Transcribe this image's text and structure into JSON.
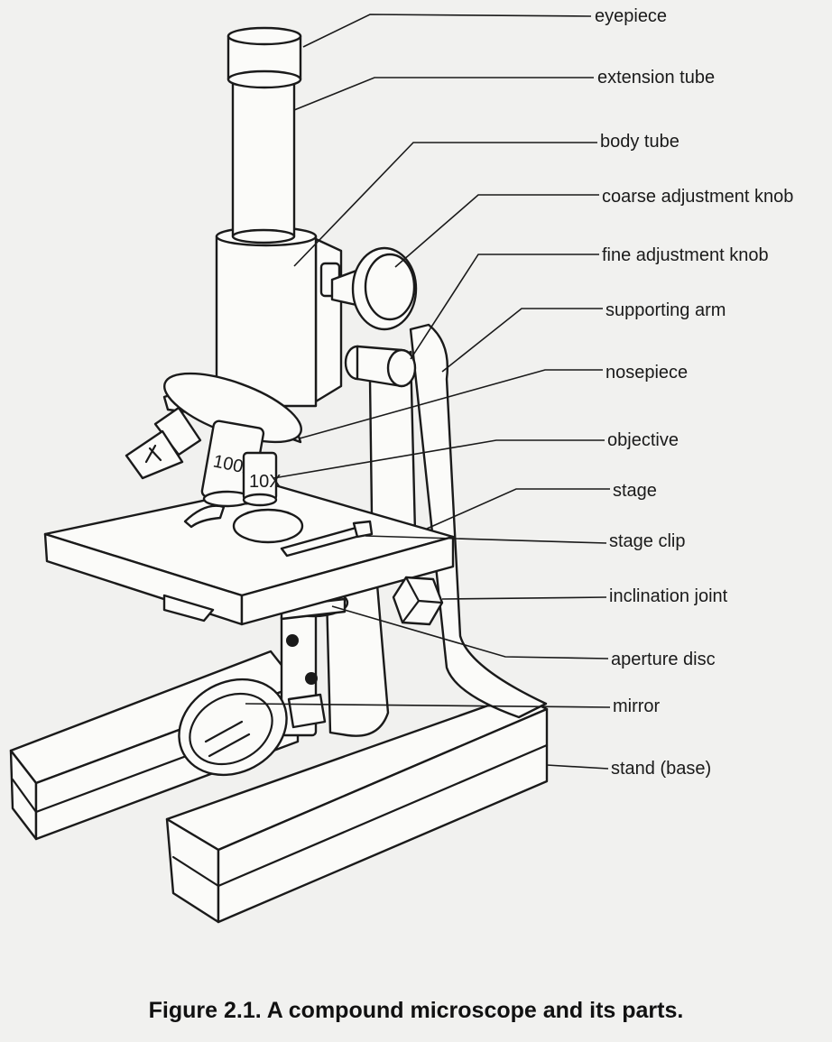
{
  "figure": {
    "caption": "Figure 2.1. A compound microscope and its parts.",
    "objective_marks": {
      "high": "100X",
      "low": "10X"
    },
    "labels": [
      "eyepiece",
      "extension tube",
      "body tube",
      "coarse adjustment knob",
      "fine adjustment knob",
      "supporting arm",
      "nosepiece",
      "objective",
      "stage",
      "stage clip",
      "inclination joint",
      "aperture disc",
      "mirror",
      "stand (base)"
    ]
  }
}
